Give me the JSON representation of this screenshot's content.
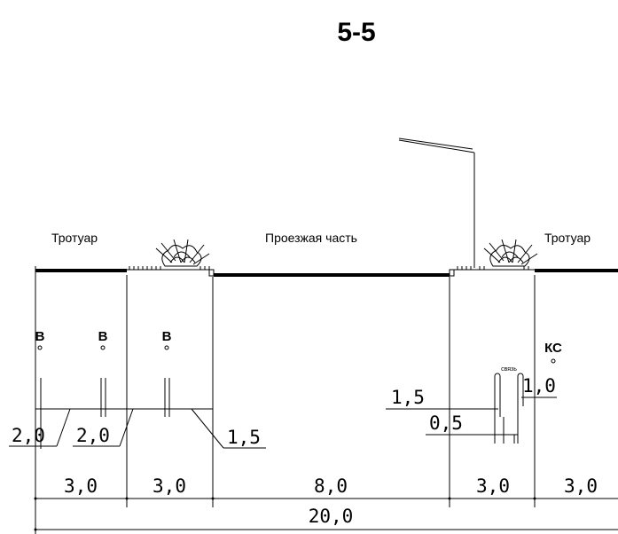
{
  "title": "5-5",
  "labels": {
    "sidewalk_left": "Тротуар",
    "roadway": "Проезжая часть",
    "sidewalk_right": "Тротуар",
    "utility_v": "В",
    "utility_ks": "КС",
    "utility_link": "связь"
  },
  "dimensions": {
    "offset_left_1": "2,0",
    "offset_left_2": "2,0",
    "offset_left_3": "1,5",
    "offset_right_1": "1,5",
    "offset_right_2": "0,5",
    "offset_right_3": "1,0",
    "segments": [
      "3,0",
      "3,0",
      "8,0",
      "3,0",
      "3,0"
    ],
    "total": "20,0"
  },
  "colors": {
    "ink": "#000000",
    "background": "#ffffff"
  }
}
